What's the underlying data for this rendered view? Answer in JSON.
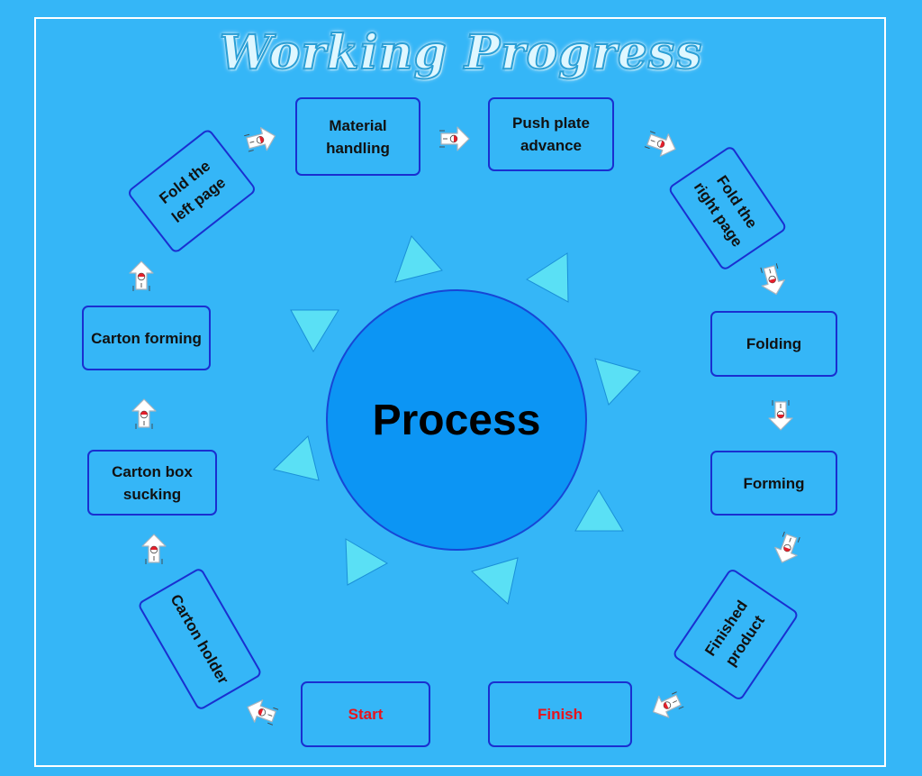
{
  "title": "Working Progress",
  "center_label": "Process",
  "steps": {
    "material_handling": "Material handling",
    "push_plate": "Push plate advance",
    "fold_right": "Fold the right page",
    "folding": "Folding",
    "forming": "Forming",
    "finished_product": "Finished product",
    "finish": "Finish",
    "start": "Start",
    "carton_holder": "Carton holder",
    "carton_box_sucking": "Carton box sucking",
    "carton_forming": "Carton forming",
    "fold_left": "Fold the left page"
  },
  "colors": {
    "background": "#35B6F7",
    "box_border": "#1a2fd0",
    "circle_fill": "#0c95f4",
    "triangle_fill": "#5ae0f5",
    "start_finish_text": "#e8141c"
  },
  "icons": {
    "connector": "cursor-arrow-icon"
  }
}
